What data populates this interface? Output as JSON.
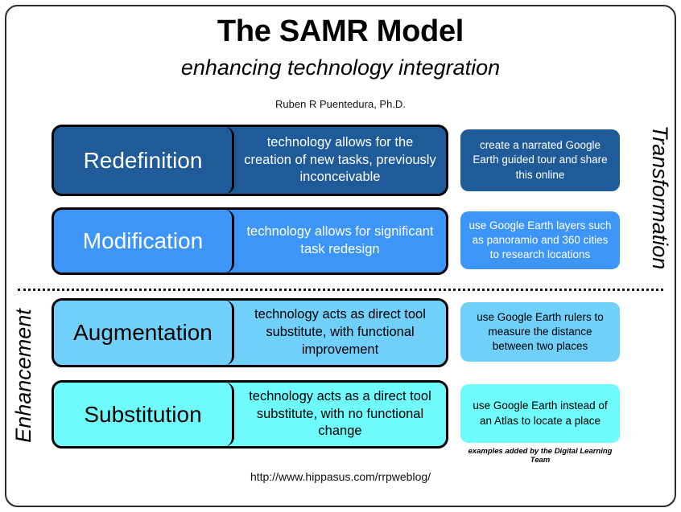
{
  "header": {
    "title": "The SAMR Model",
    "subtitle": "enhancing technology integration",
    "author": "Ruben R Puentedura, Ph.D."
  },
  "side_labels": {
    "top": "Transformation",
    "bottom": "Enhancement"
  },
  "colors": {
    "redefinition": "#1F5B99",
    "modification": "#3D96F7",
    "augmentation": "#71D0FA",
    "substitution": "#6FFBFB",
    "border": "#000000",
    "frame": "#2b2b2b",
    "text_light": "#ffffff",
    "text_dark": "#000000"
  },
  "rows": [
    {
      "label": "Redefinition",
      "description": "technology allows for the creation of new tasks, previously inconceivable",
      "example": "create a narrated Google Earth guided tour and share this online",
      "fill": "#1F5B99",
      "text_color": "#ffffff",
      "band": "Transformation"
    },
    {
      "label": "Modification",
      "description": "technology allows for significant task redesign",
      "example": "use Google Earth layers such as panoramio and 360 cities to research locations",
      "fill": "#3D96F7",
      "text_color": "#ffffff",
      "band": "Transformation"
    },
    {
      "label": "Augmentation",
      "description": "technology acts as direct tool substitute, with functional improvement",
      "example": "use Google Earth rulers to measure the distance between two places",
      "fill": "#71D0FA",
      "text_color": "#000000",
      "band": "Enhancement"
    },
    {
      "label": "Substitution",
      "description": "technology acts as a direct tool substitute, with no functional change",
      "example": "use Google Earth instead of an Atlas to locate a place",
      "fill": "#6FFBFB",
      "text_color": "#000000",
      "band": "Enhancement"
    }
  ],
  "examples_note": "examples added by the Digital Learning Team",
  "footer_url": "http://www.hippasus.com/rrpweblog/"
}
